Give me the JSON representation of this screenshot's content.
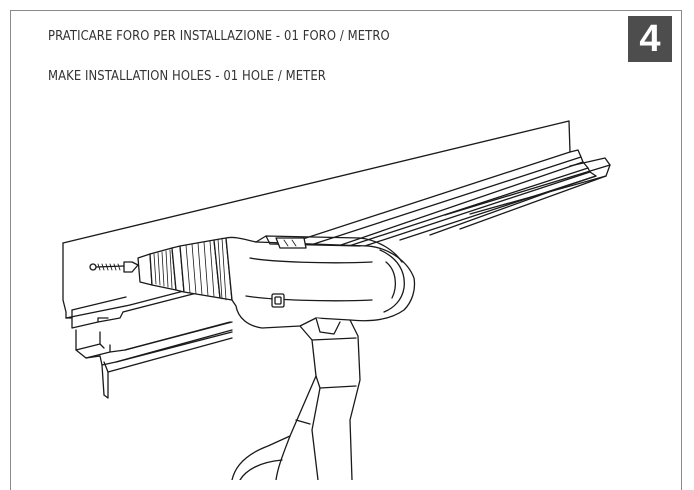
{
  "step": {
    "number": "4"
  },
  "instructions": {
    "italian": "PRATICARE FORO PER INSTALLAZIONE - 01 FORO / METRO",
    "english": "MAKE INSTALLATION HOLES - 01 HOLE / METER"
  },
  "illustration": {
    "subject": "drill-making-installation-hole-in-profile",
    "line_color": "#1a1a1a",
    "fill_color": "#ffffff"
  },
  "colors": {
    "badge_background": "#4d4d4d",
    "badge_text": "#ffffff",
    "caption_text": "#333333",
    "frame_border": "#8a8a8a"
  }
}
